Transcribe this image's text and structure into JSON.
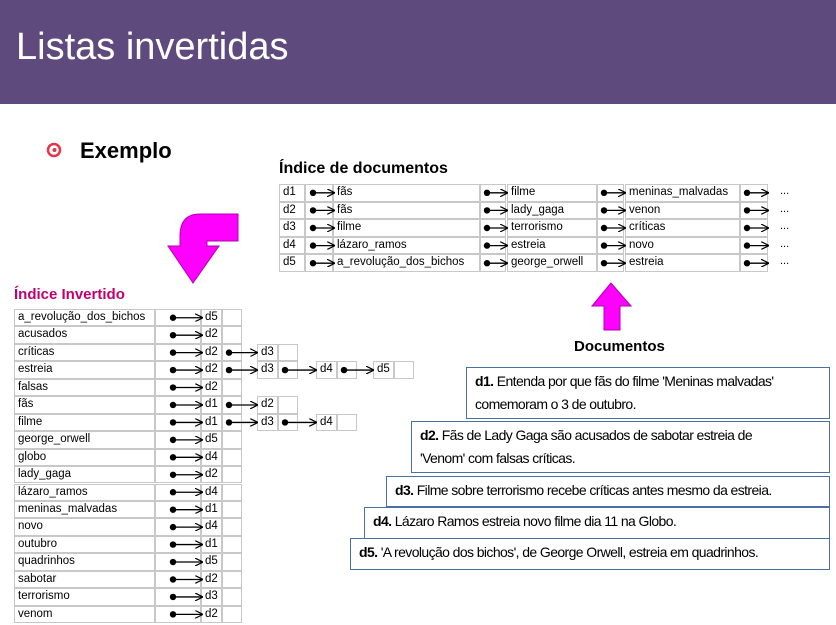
{
  "title": "Listas invertidas",
  "subtitle": "Exemplo",
  "doc_index": {
    "heading": "Índice de documentos",
    "rows": [
      {
        "id": "d1",
        "terms": [
          "fãs",
          "filme",
          "meninas_malvadas"
        ]
      },
      {
        "id": "d2",
        "terms": [
          "fãs",
          "lady_gaga",
          "venon"
        ]
      },
      {
        "id": "d3",
        "terms": [
          "filme",
          "terrorismo",
          "críticas"
        ]
      },
      {
        "id": "d4",
        "terms": [
          "lázaro_ramos",
          "estreia",
          "novo"
        ]
      },
      {
        "id": "d5",
        "terms": [
          "a_revolução_dos_bichos",
          "george_orwell",
          "estreia"
        ]
      }
    ],
    "ellipsis": "..."
  },
  "inverted_index": {
    "heading": "Índice Invertido",
    "rows": [
      {
        "term": "a_revolução_dos_bichos",
        "docs": [
          "d5"
        ]
      },
      {
        "term": "acusados",
        "docs": [
          "d2"
        ]
      },
      {
        "term": "críticas",
        "docs": [
          "d2",
          "d3"
        ]
      },
      {
        "term": "estreia",
        "docs": [
          "d2",
          "d3",
          "d4",
          "d5"
        ]
      },
      {
        "term": "falsas",
        "docs": [
          "d2"
        ]
      },
      {
        "term": "fãs",
        "docs": [
          "d1",
          "d2"
        ]
      },
      {
        "term": "filme",
        "docs": [
          "d1",
          "d3",
          "d4"
        ]
      },
      {
        "term": "george_orwell",
        "docs": [
          "d5"
        ]
      },
      {
        "term": "globo",
        "docs": [
          "d4"
        ]
      },
      {
        "term": "lady_gaga",
        "docs": [
          "d2"
        ]
      },
      {
        "term": "lázaro_ramos",
        "docs": [
          "d4"
        ]
      },
      {
        "term": "meninas_malvadas",
        "docs": [
          "d1"
        ]
      },
      {
        "term": "novo",
        "docs": [
          "d4"
        ]
      },
      {
        "term": "outubro",
        "docs": [
          "d1"
        ]
      },
      {
        "term": "quadrinhos",
        "docs": [
          "d5"
        ]
      },
      {
        "term": "sabotar",
        "docs": [
          "d2"
        ]
      },
      {
        "term": "terrorismo",
        "docs": [
          "d3"
        ]
      },
      {
        "term": "venom",
        "docs": [
          "d2"
        ]
      }
    ]
  },
  "documents": {
    "heading": "Documentos",
    "items": [
      {
        "id": "d1.",
        "lines": [
          "Entenda por que fãs do filme 'Meninas malvadas'",
          "comemoram o 3 de outubro."
        ]
      },
      {
        "id": "d2.",
        "lines": [
          "Fãs de Lady Gaga são acusados de sabotar estreia de",
          "'Venom' com falsas críticas."
        ]
      },
      {
        "id": "d3.",
        "lines": [
          "Filme sobre terrorismo recebe críticas antes mesmo da estreia."
        ]
      },
      {
        "id": "d4.",
        "lines": [
          "Lázaro Ramos estreia novo filme dia 11 na Globo."
        ]
      },
      {
        "id": "d5.",
        "lines": [
          "'A revolução dos bichos', de George Orwell, estreia em quadrinhos."
        ]
      }
    ]
  },
  "colors": {
    "title_bar": "#5f4a7e",
    "accent": "#c0006e",
    "magenta_arrow": "#ff00ff",
    "box_border": "#4a6fa5"
  }
}
